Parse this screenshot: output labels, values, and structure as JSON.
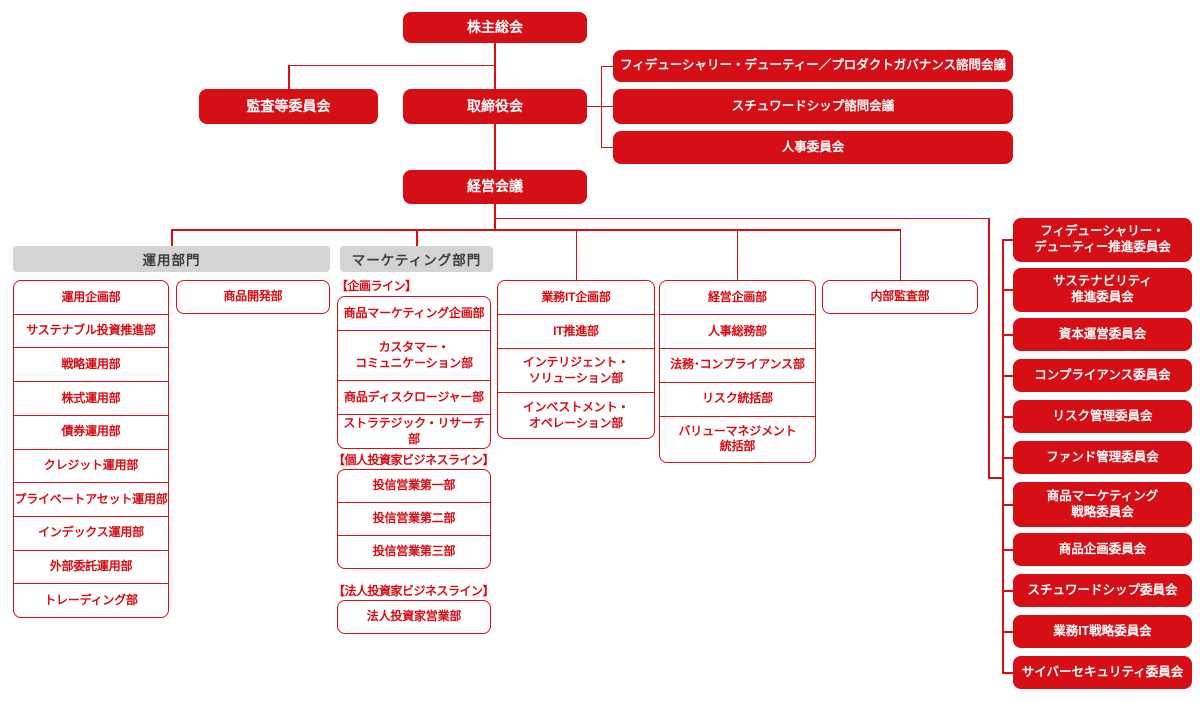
{
  "colors": {
    "accent_red": "#d50f15",
    "division_header_gray": "#d4d4d4",
    "division_header_text": "#3f3f3f"
  },
  "governance": {
    "shareholders": "株主総会",
    "audit_committee": "監査等委員会",
    "board": "取締役会",
    "management_meeting": "経営会議"
  },
  "advisory": [
    "フィデューシャリー・デューティー／プロダクトガバナンス諮問会議",
    "スチュワードシップ諮問会議",
    "人事委員会"
  ],
  "divisions": {
    "operations": "運用部門",
    "marketing": "マーケティング部門"
  },
  "operations_depts": [
    "運用企画部",
    "サステナブル投資推進部",
    "戦略運用部",
    "株式運用部",
    "債券運用部",
    "クレジット運用部",
    "プライベートアセット運用部",
    "インデックス運用部",
    "外部委託運用部",
    "トレーディング部"
  ],
  "product_development": "商品開発部",
  "marketing_lines": [
    {
      "label": "【企画ライン】",
      "depts": [
        "商品マーケティング企画部",
        "カスタマー・\nコミュニケーション部",
        "商品ディスクロージャー部",
        "ストラテジック・リサーチ部"
      ]
    },
    {
      "label": "【個人投資家ビジネスライン】",
      "depts": [
        "投信営業第一部",
        "投信営業第二部",
        "投信営業第三部"
      ]
    },
    {
      "label": "【法人投資家ビジネスライン】",
      "depts": [
        "法人投資家営業部"
      ]
    }
  ],
  "it_depts": [
    "業務IT企画部",
    "IT推進部",
    "インテリジェント・\nソリューション部",
    "インベストメント・\nオペレーション部"
  ],
  "corporate_depts": [
    "経営企画部",
    "人事総務部",
    "法務･コンプライアンス部",
    "リスク統括部",
    "バリューマネジメント\n統括部"
  ],
  "internal_audit": "内部監査部",
  "committees": [
    "フィデューシャリー・\nデューティー推進委員会",
    "サステナビリティ\n推進委員会",
    "資本運営委員会",
    "コンプライアンス委員会",
    "リスク管理委員会",
    "ファンド管理委員会",
    "商品マーケティング\n戦略委員会",
    "商品企画委員会",
    "スチュワードシップ委員会",
    "業務IT戦略委員会",
    "サイバーセキュリティ委員会"
  ]
}
